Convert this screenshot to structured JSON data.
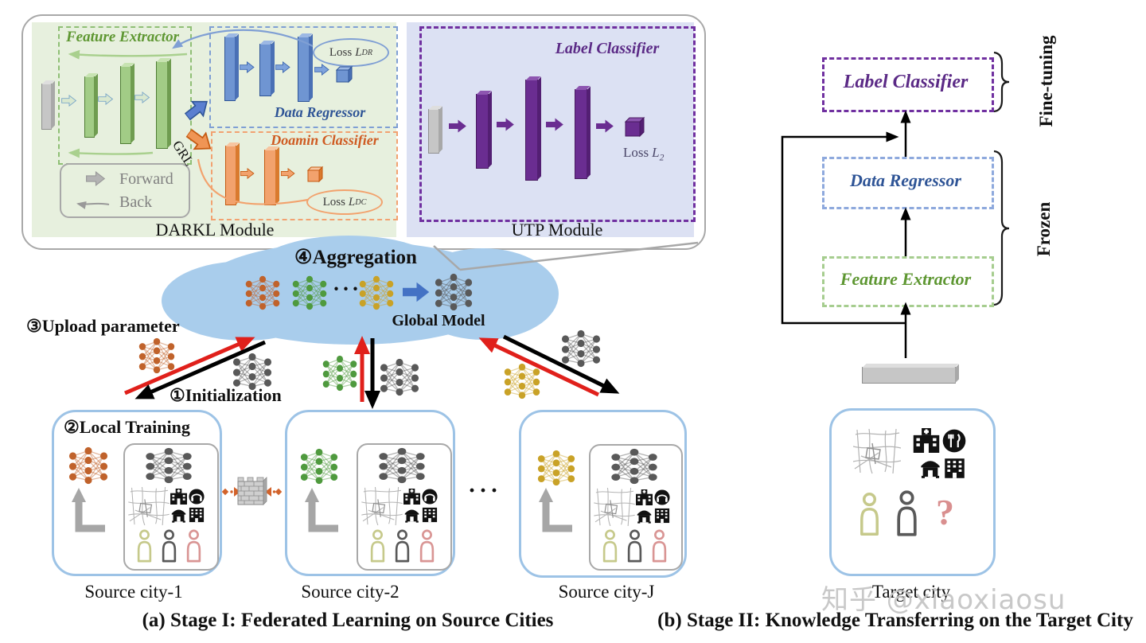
{
  "watermark": "知乎 @xiaoxiaosu",
  "colors": {
    "net_orange": "#c0622b",
    "net_green": "#4f9a3e",
    "net_gold": "#c9a227",
    "net_gray": "#595959",
    "person_olive": "#c6c98b",
    "person_gray": "#595959",
    "person_pink": "#d99594",
    "accent_green": "#5e9732",
    "accent_blue": "#2e5496",
    "accent_orange": "#cf5b22",
    "accent_purple": "#5b2a86",
    "cloud_blue": "#a9cdec",
    "city_border_blue": "#9dc3e6",
    "red_arrow": "#e0201b",
    "question_pink": "#d98f8f"
  },
  "stage1": {
    "caption": "(a) Stage I: Federated Learning on Source Cities",
    "darkl": {
      "module_caption": "DARKL Module",
      "feature_extractor": "Feature Extractor",
      "data_regressor": "Data Regressor",
      "domain_classifier": "Doamin Classifier",
      "grl": "GRL",
      "loss_dr": {
        "prefix": "Loss",
        "sym": "L",
        "sub": "DR"
      },
      "loss_dc": {
        "prefix": "Loss",
        "sym": "L",
        "sub": "DC"
      },
      "legend": {
        "forward": "Forward",
        "back": "Back"
      }
    },
    "utp": {
      "module_caption": "UTP Module",
      "label_classifier": "Label Classifier",
      "loss_l2": {
        "prefix": "Loss",
        "sym": "L",
        "sub": "2"
      }
    },
    "cloud": {
      "aggregation": "④Aggregation",
      "global_model": "Global Model",
      "ellipsis": "···"
    },
    "annotations": {
      "upload": "③Upload parameter",
      "initialization": "①Initialization",
      "local_training": "②Local Training"
    },
    "cities": [
      {
        "caption": "Source city-1"
      },
      {
        "caption": "Source city-2"
      },
      {
        "caption": "Source city-J"
      }
    ],
    "ellipsis": "···"
  },
  "stage2": {
    "caption": "(b) Stage II: Knowledge Transferring on the Target City",
    "label_classifier": "Label Classifier",
    "data_regressor": "Data Regressor",
    "feature_extractor": "Feature Extractor",
    "fine_tuning": "Fine-tuning",
    "frozen": "Frozen",
    "target_city": {
      "caption": "Target city",
      "unknown_mark": "?"
    }
  }
}
